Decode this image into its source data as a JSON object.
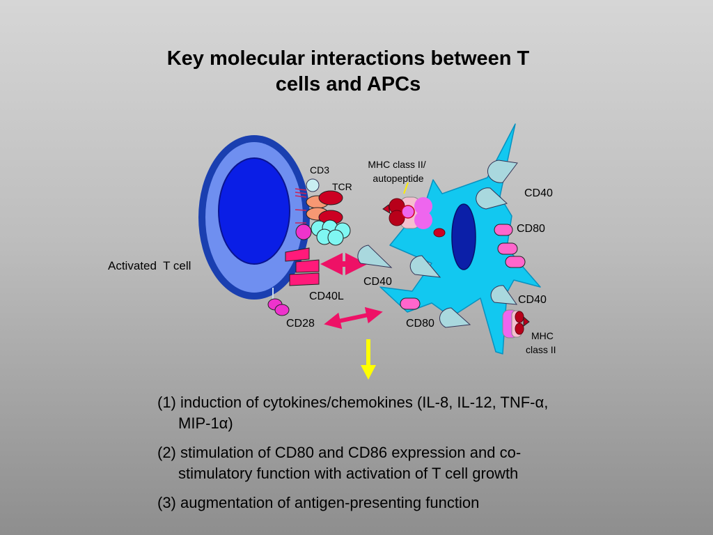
{
  "title": {
    "line1": "Key molecular interactions between T",
    "line2": "cells and APCs"
  },
  "labels": {
    "cd3": "CD3",
    "tcr": "TCR",
    "mhc_autopeptide_1": "MHC class II/",
    "mhc_autopeptide_2": "autopeptide",
    "cd40_top": "CD40",
    "cd80_right": "CD80",
    "activated_t_cell": "Activated  T cell",
    "cd40_center": "CD40",
    "cd40l": "CD40L",
    "cd40_lower": "CD40",
    "cd28": "CD28",
    "cd80_bottom": "CD80",
    "mhc_class_ii_1": "MHC",
    "mhc_class_ii_2": "class II"
  },
  "outcomes": [
    {
      "line1": "(1) induction of cytokines/chemokines (IL-8, IL-12, TNF-α,",
      "line2": "MIP-1α)"
    },
    {
      "line1": "(2) stimulation of CD80 and CD86 expression  and co-",
      "line2": "stimulatory function with activation of T cell growth"
    },
    {
      "line1": "(3) augmentation of antigen-presenting  function",
      "line2": ""
    }
  ],
  "colors": {
    "t_cell_outer": "#1a3fb0",
    "t_cell_membrane": "#6f8ff0",
    "t_cell_nucleus": "#0a1ee6",
    "apc_body": "#12c8f0",
    "apc_nucleus": "#0b1fa8",
    "cd40_receptor": "#a9d8de",
    "magenta": "#ff66cc",
    "red": "#cc0022",
    "arrow_pink": "#ee1166",
    "arrow_yellow": "#ffff00"
  }
}
